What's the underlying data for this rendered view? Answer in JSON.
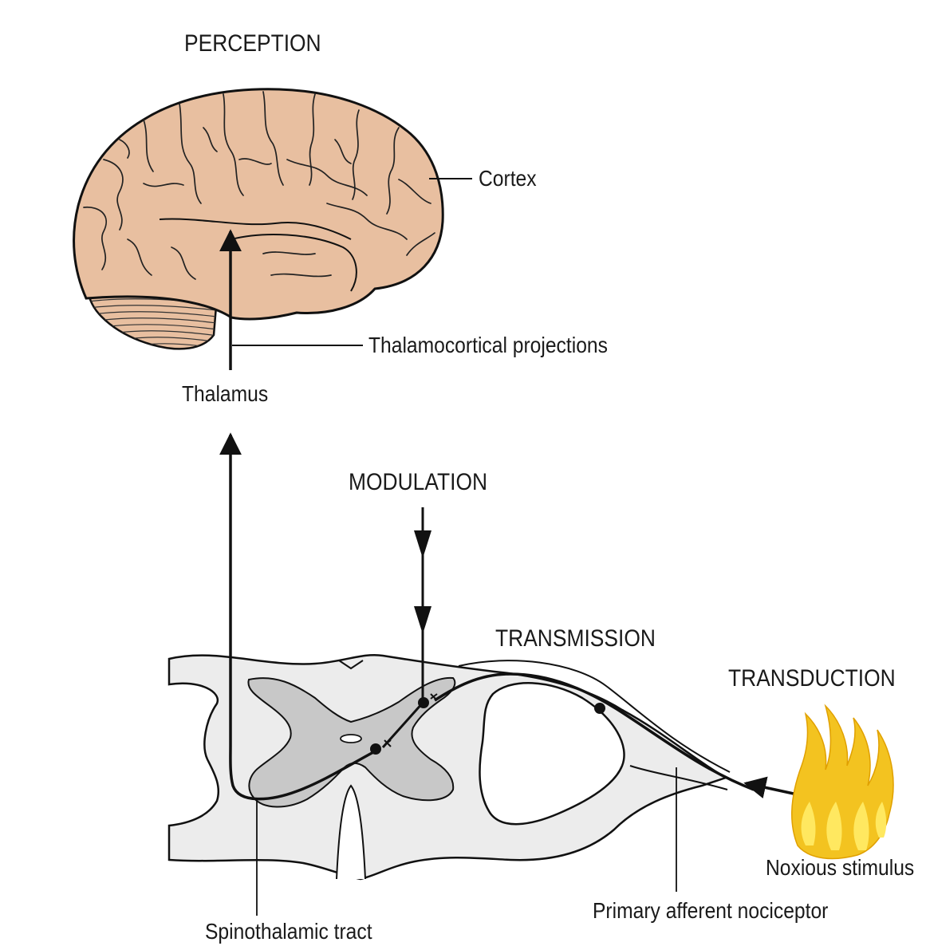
{
  "labels": {
    "perception": "PERCEPTION",
    "cortex": "Cortex",
    "thalamocortical": "Thalamocortical projections",
    "thalamus": "Thalamus",
    "modulation": "MODULATION",
    "transmission": "TRANSMISSION",
    "transduction": "TRANSDUCTION",
    "noxious": "Noxious stimulus",
    "primary_afferent": "Primary afferent nociceptor",
    "spinothalamic": "Spinothalamic tract"
  },
  "colors": {
    "brain_fill": "#e8bfa0",
    "gray_matter": "#c9c9c9",
    "cord_fill": "#ededed",
    "flame_outer": "#f3c320",
    "flame_inner": "#ffe860",
    "line": "#111111"
  }
}
